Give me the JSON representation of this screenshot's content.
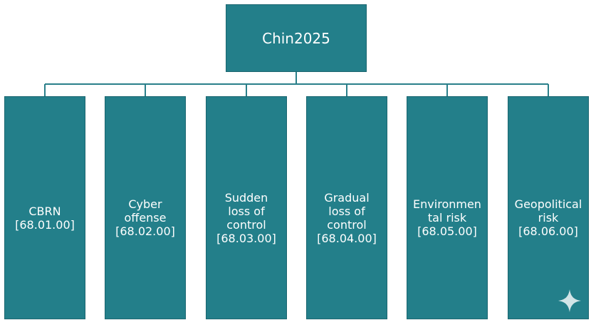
{
  "diagram": {
    "root": {
      "label": "Chin2025"
    },
    "children": [
      {
        "lines": [
          "CBRN"
        ],
        "code": "[68.01.00]"
      },
      {
        "lines": [
          "Cyber",
          "offense"
        ],
        "code": "[68.02.00]"
      },
      {
        "lines": [
          "Sudden",
          "loss of",
          "control"
        ],
        "code": "[68.03.00]"
      },
      {
        "lines": [
          "Gradual",
          "loss of",
          "control"
        ],
        "code": "[68.04.00]"
      },
      {
        "lines": [
          "Environmen",
          "tal risk"
        ],
        "code": "[68.05.00]"
      },
      {
        "lines": [
          "Geopolitical",
          "risk"
        ],
        "code": "[68.06.00]"
      }
    ]
  },
  "colors": {
    "box_fill": "#237f8a",
    "box_text": "#ffffff",
    "connector": "#2a7f8a",
    "sparkle": "#e6f0f1"
  },
  "icons": {
    "sparkle": "sparkle-icon"
  }
}
